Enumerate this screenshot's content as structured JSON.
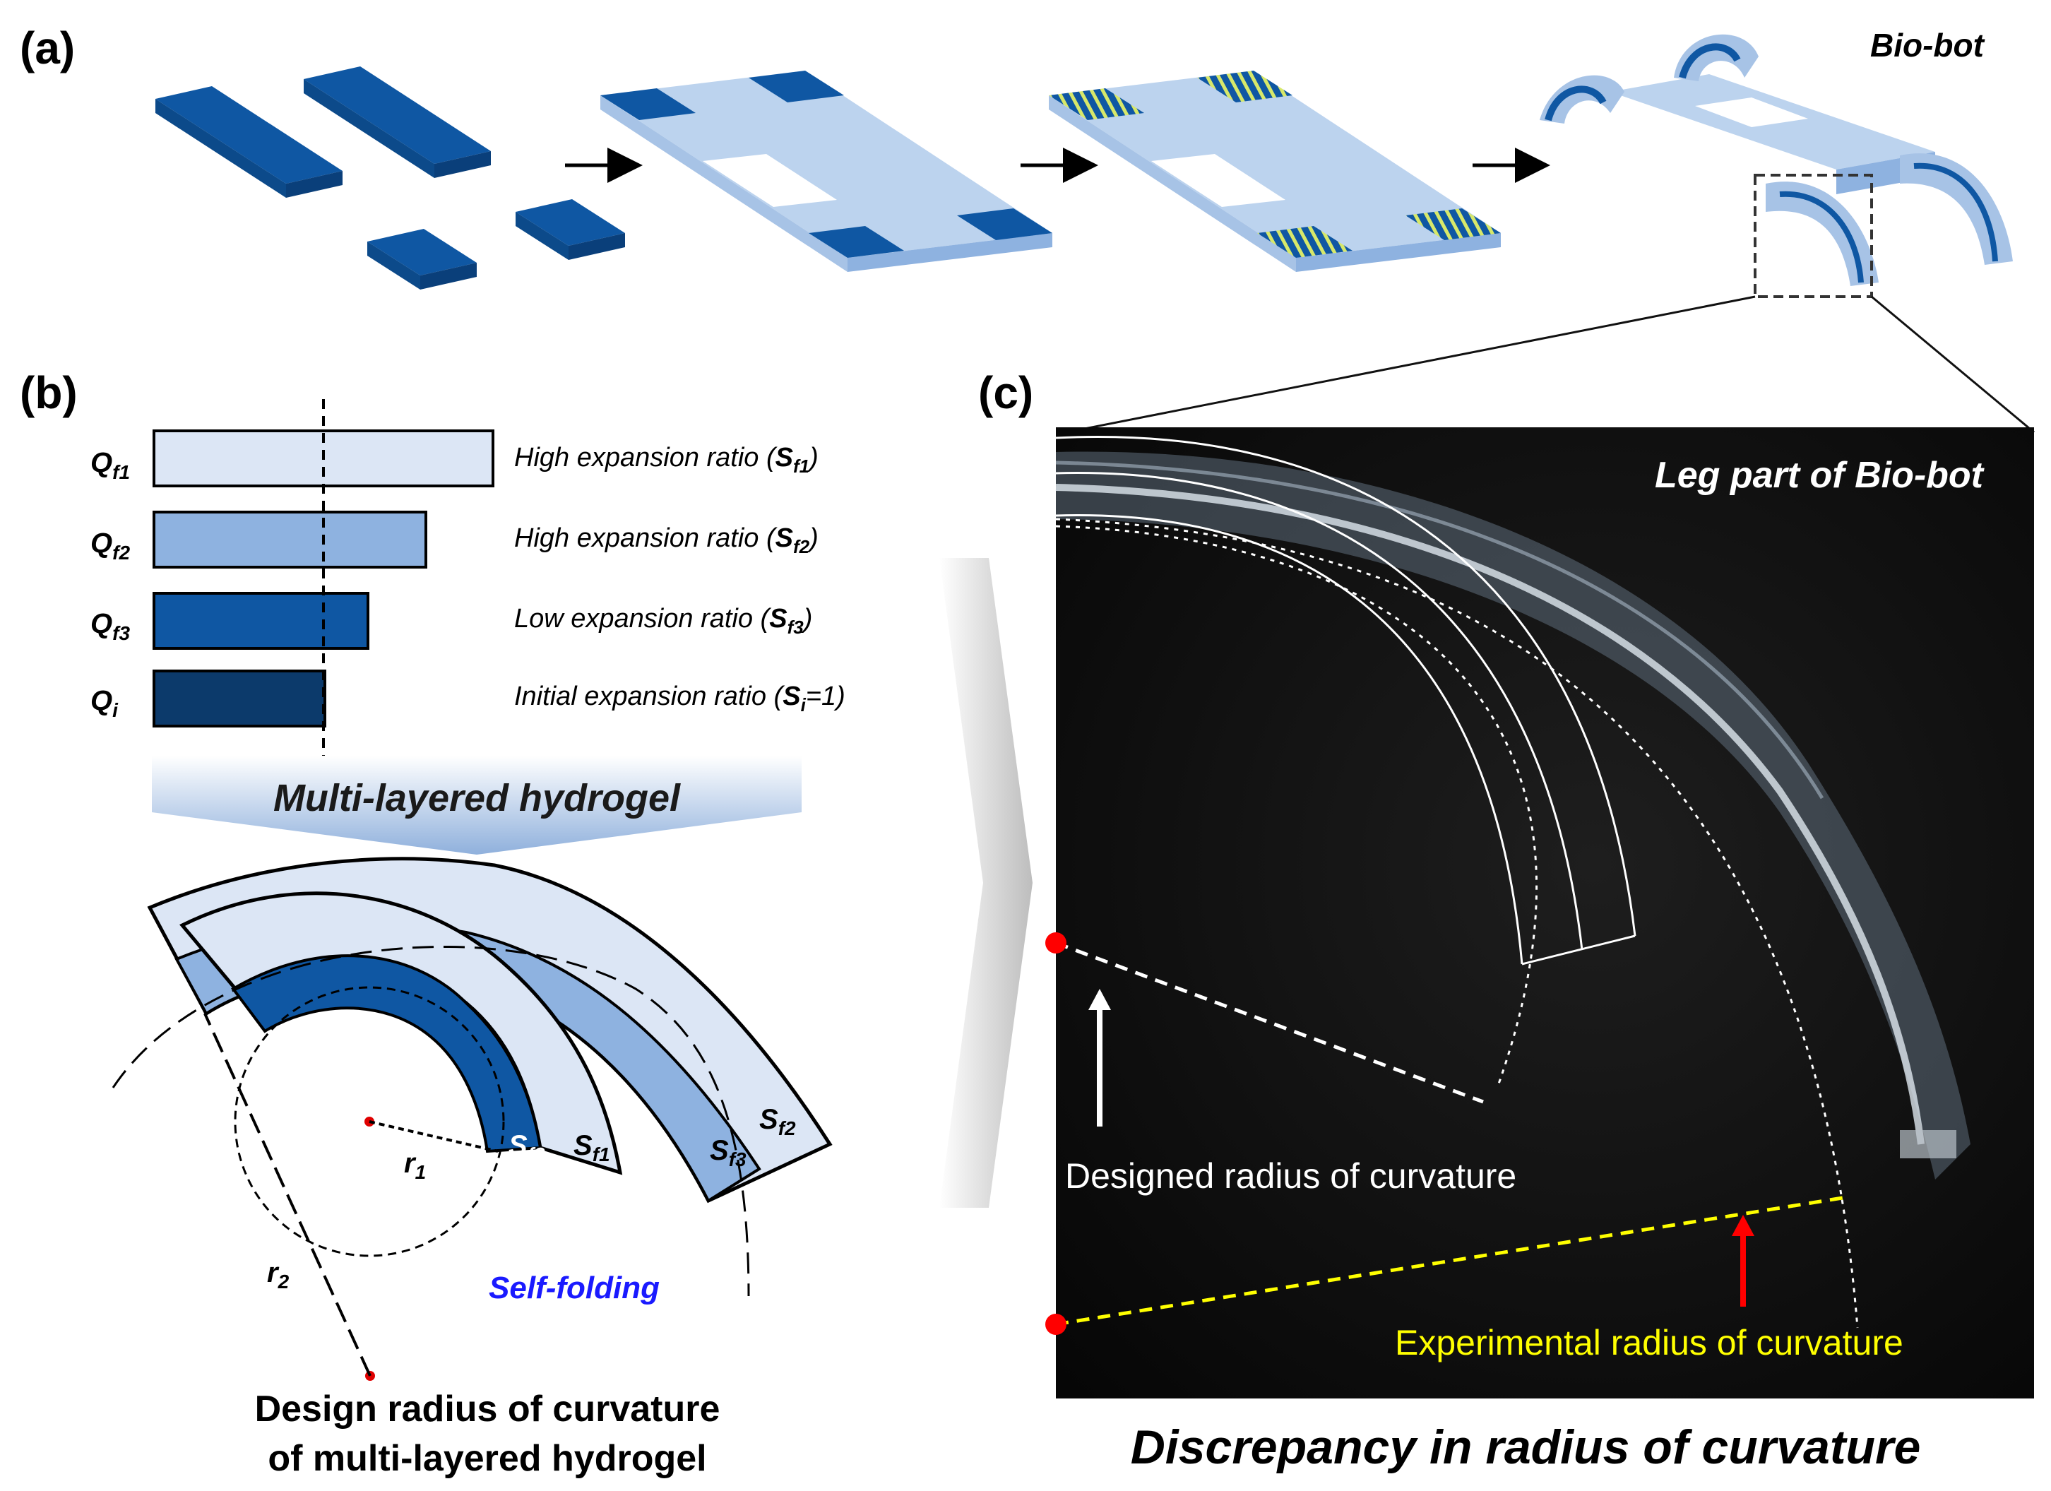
{
  "panel_a": {
    "label": "(a)",
    "biobot_label": "Bio-bot"
  },
  "panel_b": {
    "label": "(b)",
    "rows": [
      {
        "q": "Q",
        "q_sub": "f1",
        "text_before": "High expansion ratio (",
        "s": "S",
        "s_sub": "f1",
        "text_after": ")",
        "fill": "#dce6f5"
      },
      {
        "q": "Q",
        "q_sub": "f2",
        "text_before": "High expansion ratio (",
        "s": "S",
        "s_sub": "f2",
        "text_after": ")",
        "fill": "#8eb2e0"
      },
      {
        "q": "Q",
        "q_sub": "f3",
        "text_before": "Low expansion ratio (",
        "s": "S",
        "s_sub": "f3",
        "text_after": ")",
        "fill": "#0f57a3"
      },
      {
        "q": "Q",
        "q_sub": "i",
        "text_before": "Initial expansion ratio (",
        "s": "S",
        "s_sub": "i",
        "text_after": "=1)",
        "fill": "#0c3a6b"
      }
    ],
    "banner": "Multi-layered hydrogel",
    "arc_labels": {
      "inner_sf3": "S",
      "inner_sf3_sub": "f3",
      "inner_sf1": "S",
      "inner_sf1_sub": "f1",
      "outer_sf3": "S",
      "outer_sf3_sub": "f3",
      "outer_sf2": "S",
      "outer_sf2_sub": "f2"
    },
    "r1": "r",
    "r1_sub": "1",
    "r2": "r",
    "r2_sub": "2",
    "self_folding": "Self-folding",
    "caption_line1": "Design radius of curvature",
    "caption_line2": "of multi-layered hydrogel"
  },
  "panel_c": {
    "label": "(c)",
    "photo_title": "Leg part of Bio-bot",
    "designed_label": "Designed radius of curvature",
    "experimental_label": "Experimental radius of curvature",
    "caption": "Discrepancy in radius of curvature"
  },
  "colors": {
    "light_blue": "#dce6f5",
    "mid_blue": "#8eb2e0",
    "blue": "#0f57a3",
    "dark_blue": "#0c3a6b",
    "strip_side": "#0a3f7a",
    "self_folding": "#1a1aff",
    "red_dot": "#ff0000",
    "yellow": "#ffff00"
  }
}
